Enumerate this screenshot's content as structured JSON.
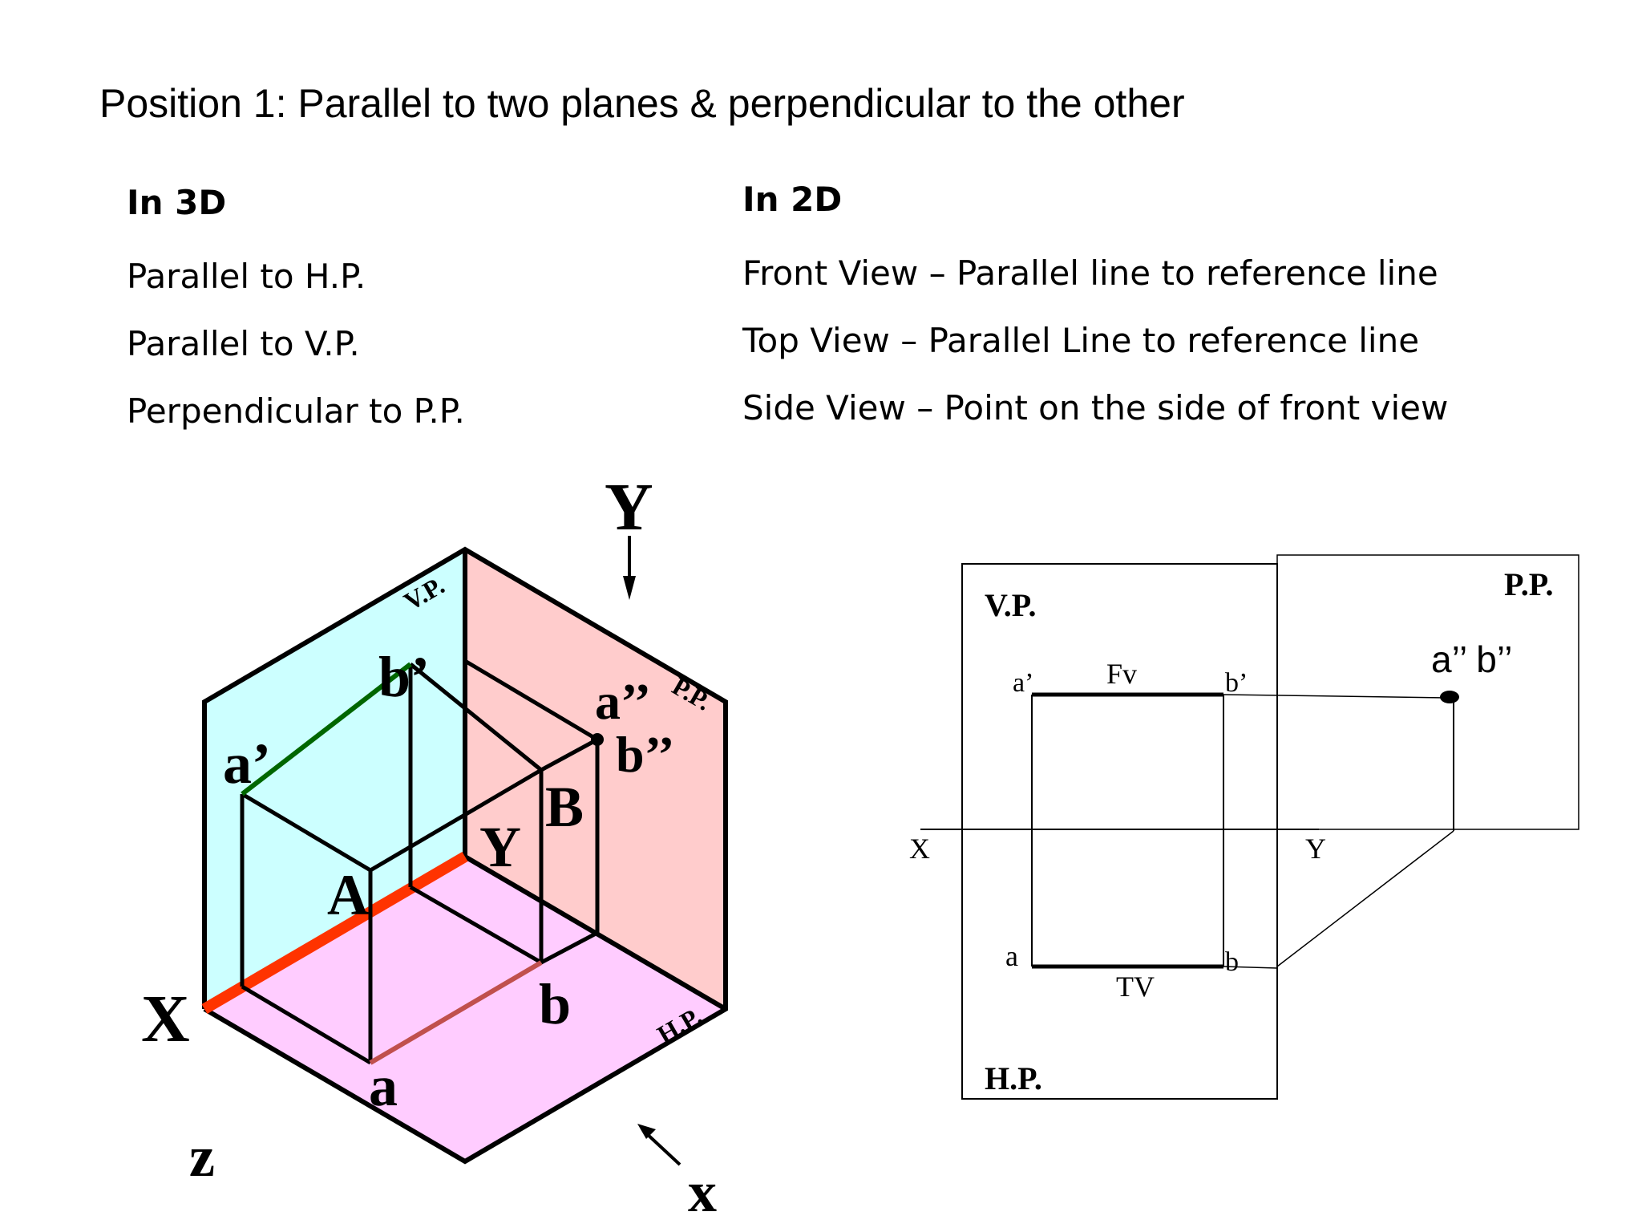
{
  "title": "Position 1: Parallel to two planes & perpendicular to the other",
  "in3d": {
    "heading": "In 3D",
    "items": [
      "Parallel to H.P.",
      "Parallel to V.P.",
      "Perpendicular to P.P."
    ]
  },
  "in2d": {
    "heading": "In 2D",
    "items": [
      "Front View – Parallel line to reference line",
      "Top View – Parallel Line to reference line",
      "Side View – Point on the side of front view"
    ]
  },
  "iso": {
    "Y_top": "Y",
    "vp": "V.P.",
    "pp": "P.P.",
    "hp": "H.P.",
    "b_prime": "b’",
    "a_prime": "a’",
    "a_dd": "a’’",
    "b_dd": "b’’",
    "B": "B",
    "Y_mid": "Y",
    "A": "A",
    "X": "X",
    "b": "b",
    "a": "a",
    "z": "z",
    "x": "x"
  },
  "ortho": {
    "vp": "V.P.",
    "pp": "P.P.",
    "hp": "H.P.",
    "a_prime": "a’",
    "fv": "Fv",
    "b_prime": "b’",
    "point_label": "a’’ b’’",
    "X": "X",
    "Y": "Y",
    "a": "a",
    "b": "b",
    "tv": "TV"
  },
  "colors": {
    "vp_fill": "#ccffff",
    "pp_fill": "#ffcccc",
    "hp_fill": "#ffccff",
    "xy_line": "#ff3300",
    "front_view_line": "#006600",
    "top_view_line": "#c0504d"
  }
}
